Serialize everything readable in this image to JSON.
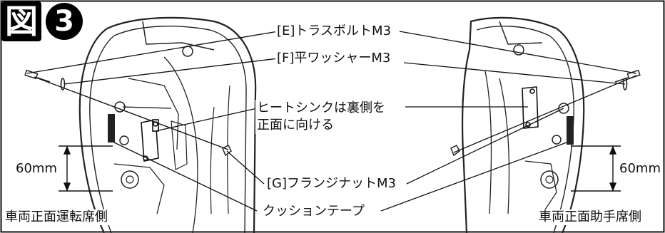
{
  "figure": {
    "kanji": "図",
    "number": "3"
  },
  "callouts": {
    "truss_bolt": "[E]トラスボルトM3",
    "flat_washer": "[F]平ワッシャーM3",
    "heatsink_line1": "ヒートシンクは裏側を",
    "heatsink_line2": "正面に向ける",
    "flange_nut": "[G]フランジナットM3",
    "cushion_tape": "クッションテープ"
  },
  "dimensions": {
    "left": "60mm",
    "right": "60mm"
  },
  "captions": {
    "driver_side": "車両正面運転席側",
    "passenger_side": "車両正面助手席側"
  }
}
